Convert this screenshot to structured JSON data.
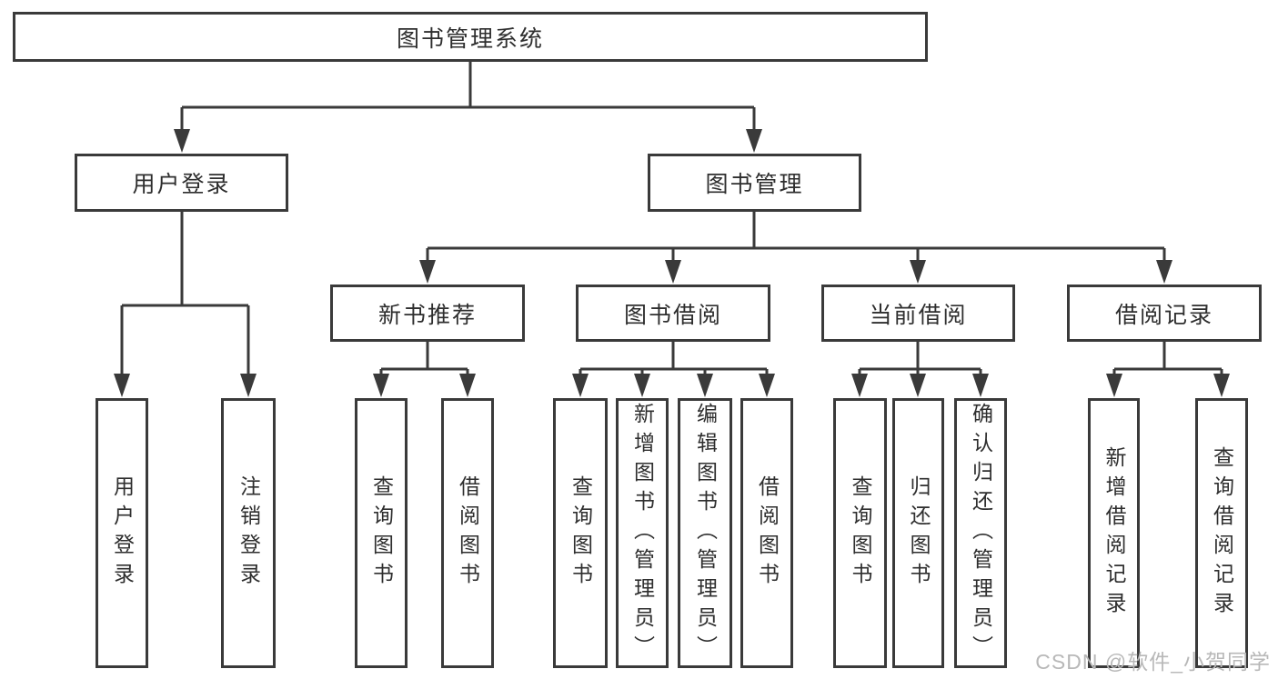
{
  "diagram_type": "hierarchy-tree",
  "tree": {
    "label": "图书管理系统",
    "children": [
      {
        "label": "用户登录",
        "children": [
          {
            "label": "用户登录"
          },
          {
            "label": "注销登录"
          }
        ]
      },
      {
        "label": "图书管理",
        "children": [
          {
            "label": "新书推荐",
            "children": [
              {
                "label": "查询图书"
              },
              {
                "label": "借阅图书"
              }
            ]
          },
          {
            "label": "图书借阅",
            "children": [
              {
                "label": "查询图书"
              },
              {
                "label": "新增图书（管理员）"
              },
              {
                "label": "编辑图书（管理员）"
              },
              {
                "label": "借阅图书"
              }
            ]
          },
          {
            "label": "当前借阅",
            "children": [
              {
                "label": "查询图书"
              },
              {
                "label": "归还图书"
              },
              {
                "label": "确认归还（管理员）"
              }
            ]
          },
          {
            "label": "借阅记录",
            "children": [
              {
                "label": "新增借阅记录"
              },
              {
                "label": "查询借阅记录"
              }
            ]
          }
        ]
      }
    ]
  },
  "watermark": "CSDN @软件_小贺同学",
  "colors": {
    "line": "#3a3a3a",
    "box_border": "#3a3a3a",
    "text": "#2e2e2e",
    "watermark": "#b8b8b8",
    "background": "#ffffff"
  }
}
